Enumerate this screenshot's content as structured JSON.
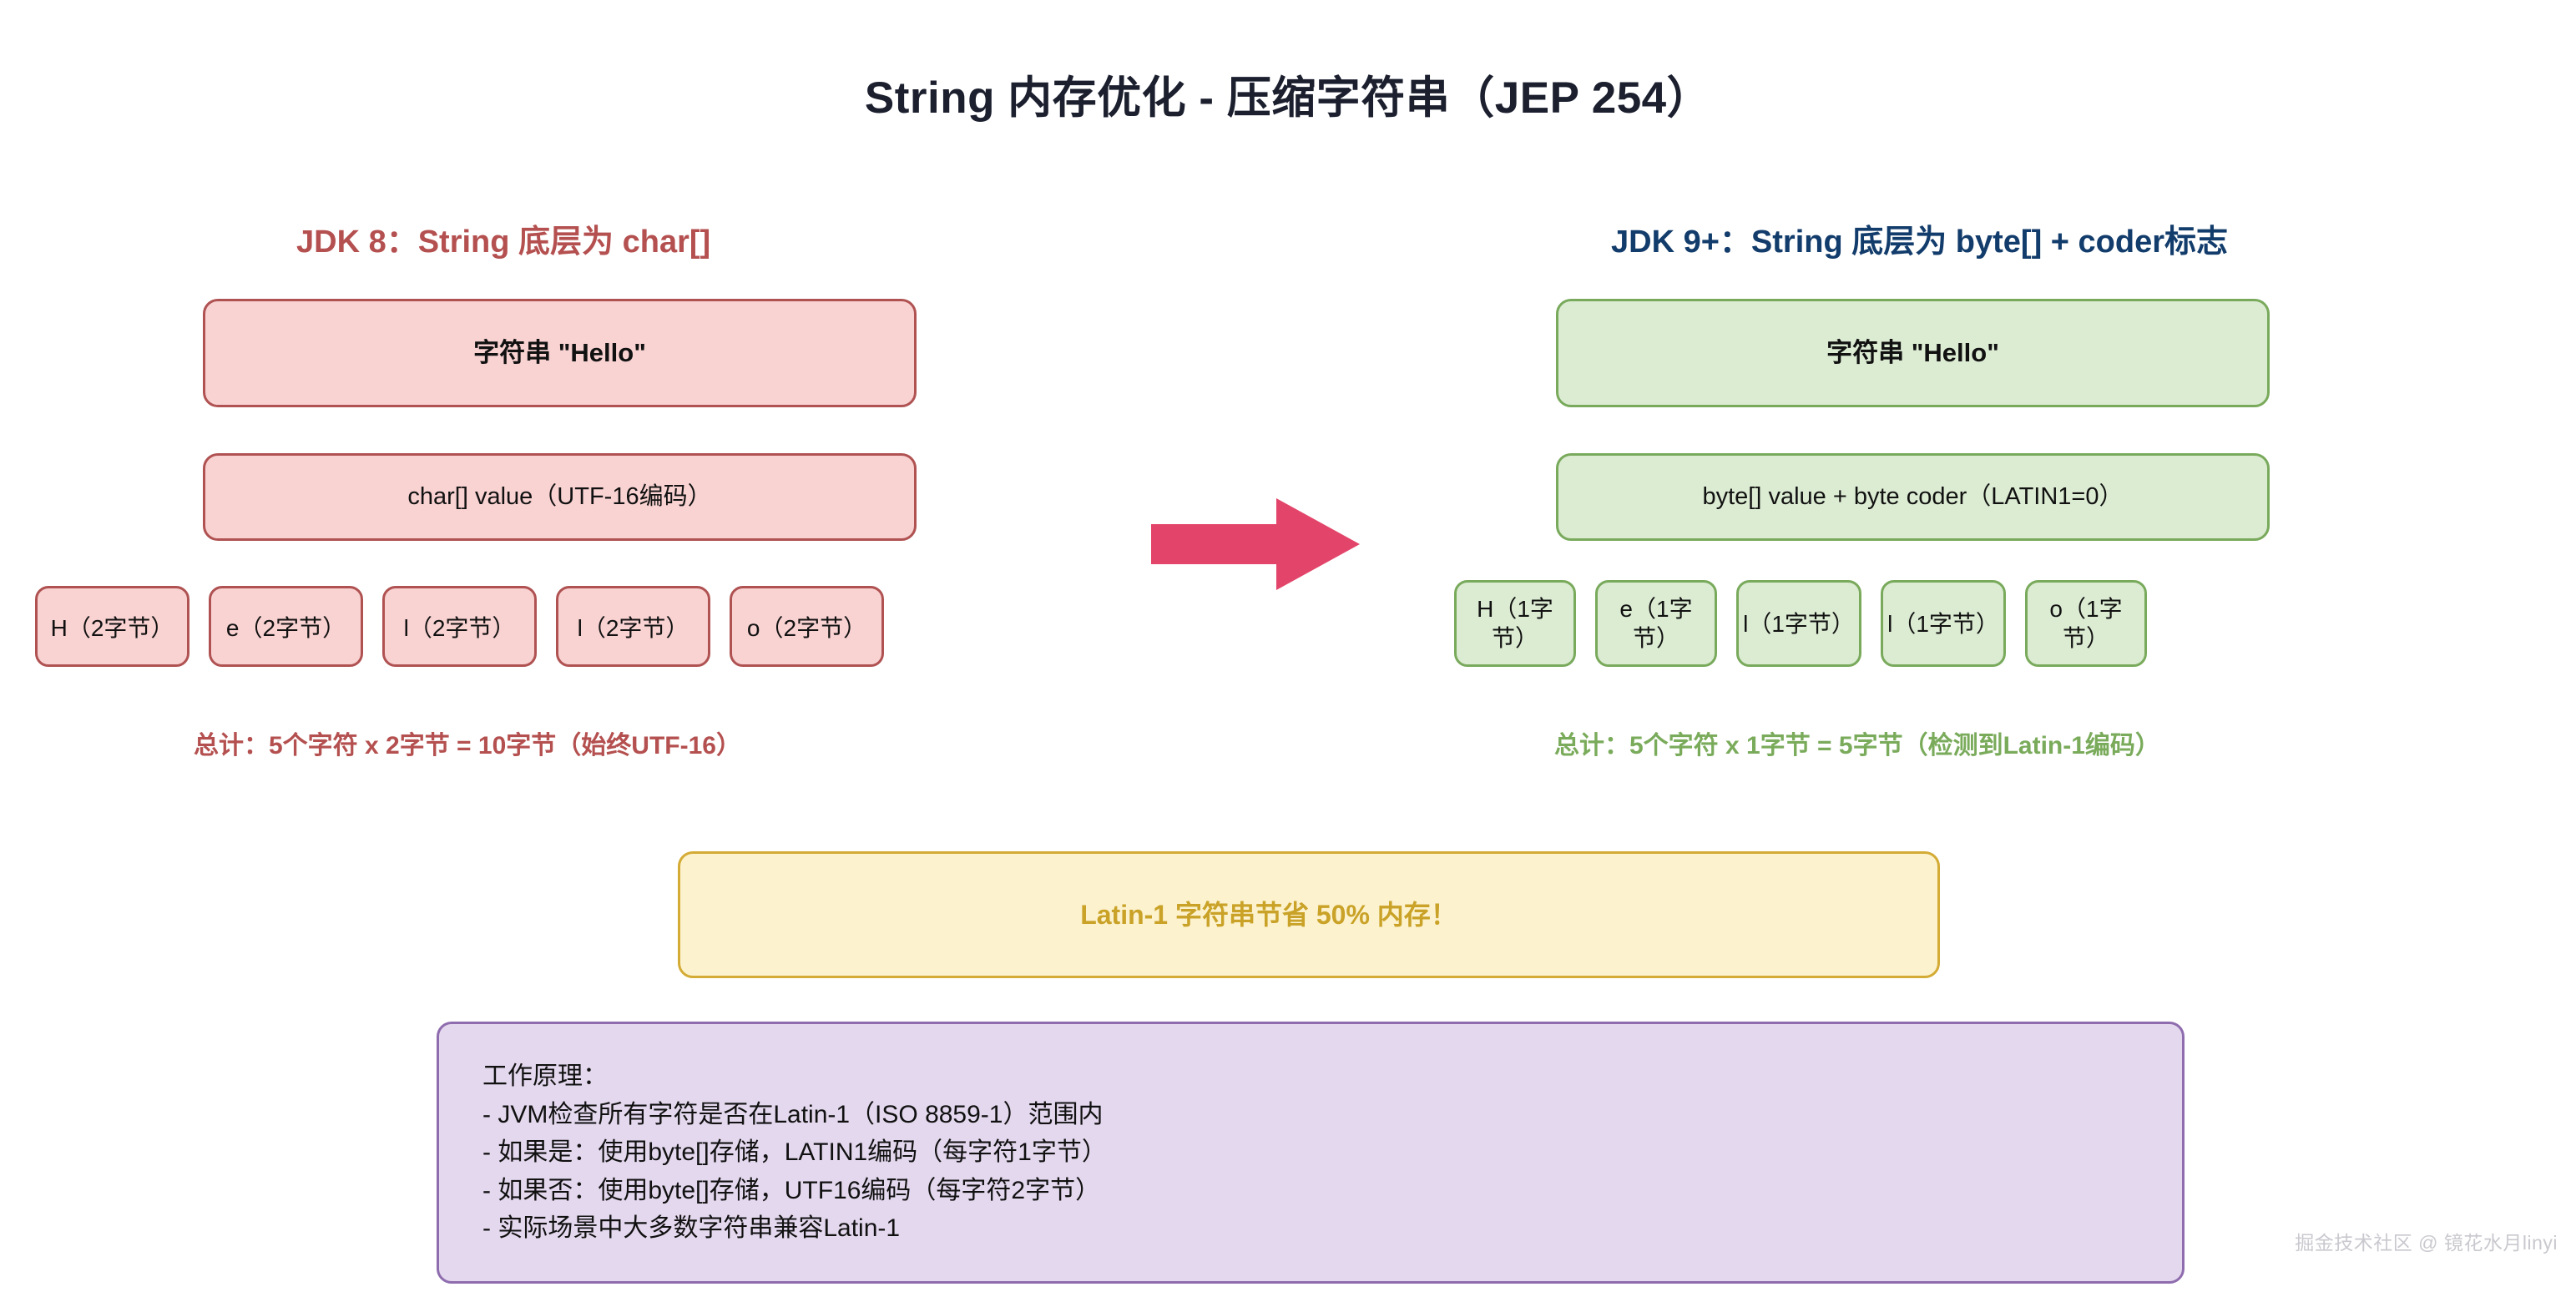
{
  "title": "String 内存优化 - 压缩字符串（JEP 254）",
  "colors": {
    "title": "#1b1f2e",
    "left_accent": "#b4504f",
    "right_accent": "#123c6b",
    "pink_fill": "#f9d2d2",
    "pink_border": "#b05252",
    "green_fill": "#dcecd3",
    "green_border": "#79aa5c",
    "amber_fill": "#fcf2cd",
    "amber_border": "#d4ab35",
    "amber_text": "#c9a227",
    "lilac_fill": "#e4d8ee",
    "lilac_border": "#8e6cae",
    "arrow": "#e3456a",
    "summary_left": "#b4504f",
    "summary_right": "#7aab5b",
    "watermark": "#c9c9cf"
  },
  "left_column": {
    "heading": "JDK 8：String 底层为 char[]",
    "header_box": "字符串 \"Hello\"",
    "value_box": "char[] value（UTF-16编码）",
    "cells": [
      "H（2字节）",
      "e（2字节）",
      "l（2字节）",
      "l（2字节）",
      "o（2字节）"
    ],
    "summary": "总计：5个字符 x 2字节 = 10字节（始终UTF-16）"
  },
  "right_column": {
    "heading": "JDK 9+：String 底层为 byte[] + coder标志",
    "header_box": "字符串 \"Hello\"",
    "value_box": "byte[] value + byte coder（LATIN1=0）",
    "cells": [
      "H（1字节）",
      "e（1字节）",
      "l（1字节）",
      "l（1字节）",
      "o（1字节）"
    ],
    "summary": "总计：5个字符 x 1字节 = 5字节（检测到Latin-1编码）"
  },
  "arrow": {
    "icon": "arrow-right-icon",
    "direction": "right"
  },
  "highlight": {
    "text": "Latin-1 字符串节省 50% 内存！"
  },
  "explanation": {
    "heading": "工作原理：",
    "items": [
      "- JVM检查所有字符是否在Latin-1（ISO 8859-1）范围内",
      "- 如果是：使用byte[]存储，LATIN1编码（每字符1字节）",
      "- 如果否：使用byte[]存储，UTF16编码（每字符2字节）",
      "- 实际场景中大多数字符串兼容Latin-1"
    ]
  },
  "watermark": "掘金技术社区 @ 镜花水月linyi"
}
